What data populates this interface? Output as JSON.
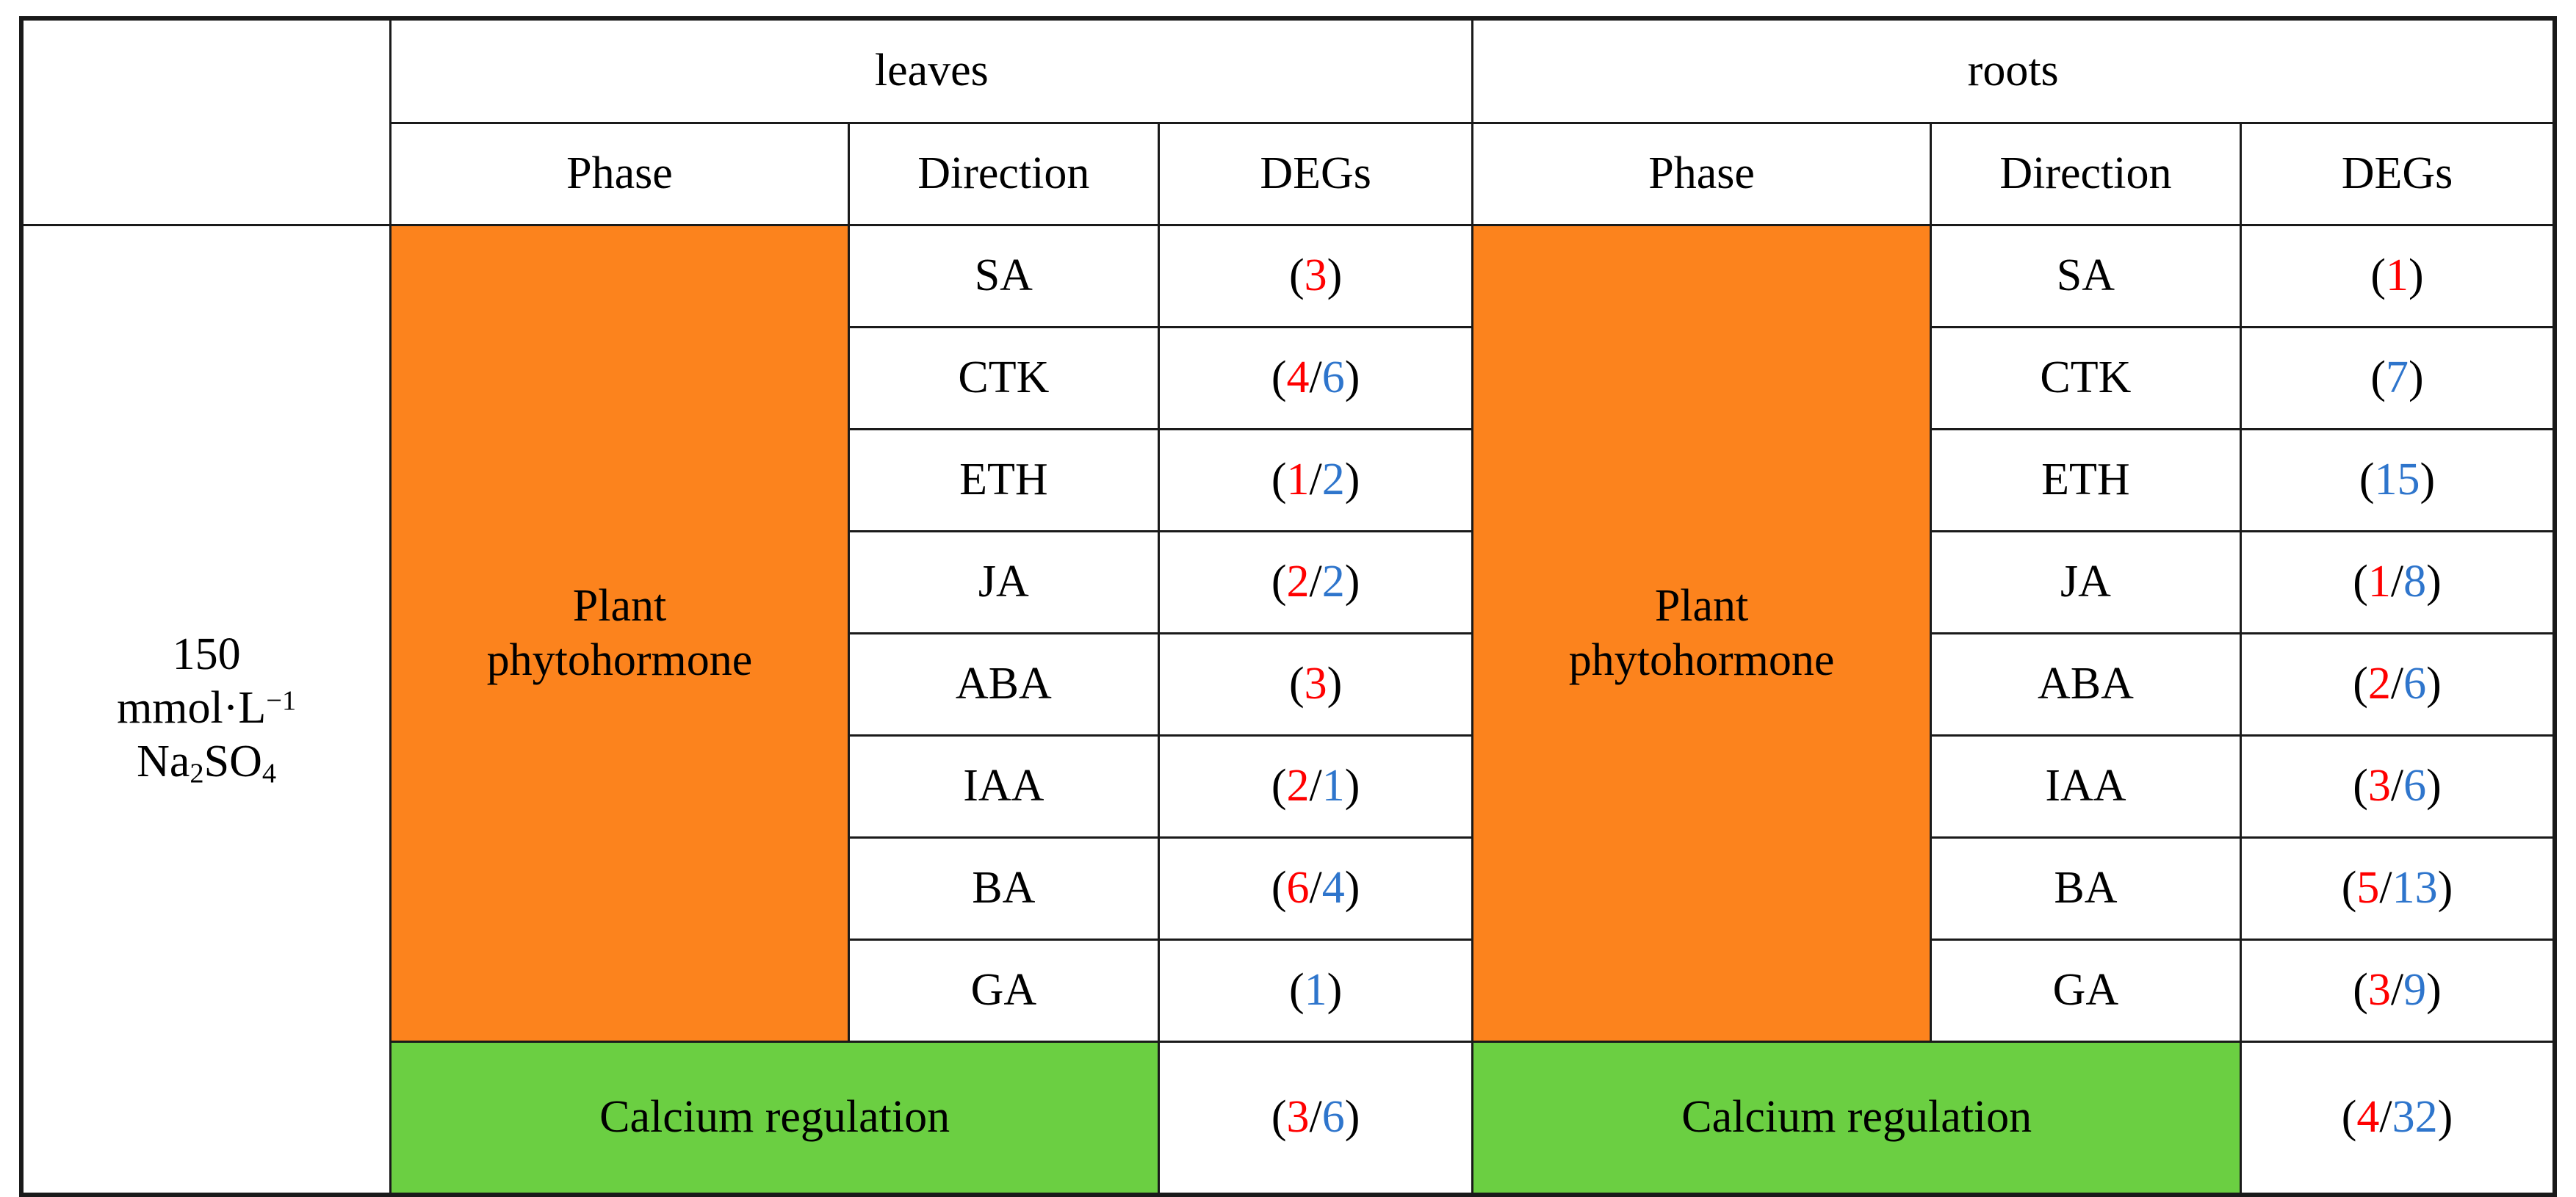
{
  "table": {
    "sample": {
      "concentration": "150",
      "unit_prefix": "mmol",
      "unit_middot": "·",
      "unit_L": "L",
      "unit_exp": "−1",
      "compound_Na": "Na",
      "compound_sub2": "2",
      "compound_SO": "SO",
      "compound_sub4": "4"
    },
    "tissue_headers": [
      "leaves",
      "roots"
    ],
    "sub_headers": [
      "Phase",
      "Direction",
      "DEGs"
    ],
    "phase_label": "Plant phytohormone",
    "calcium_label": "Calcium regulation",
    "leaves": {
      "phase": "Plant phytohormone",
      "rows": [
        {
          "direction": "SA",
          "degs": "(3)",
          "up": "3",
          "down": "",
          "form": "single-up"
        },
        {
          "direction": "CTK",
          "degs": "(4/6)",
          "up": "4",
          "down": "6",
          "form": "pair"
        },
        {
          "direction": "ETH",
          "degs": "(1/2)",
          "up": "1",
          "down": "2",
          "form": "pair"
        },
        {
          "direction": "JA",
          "degs": "(2/2)",
          "up": "2",
          "down": "2",
          "form": "pair"
        },
        {
          "direction": "ABA",
          "degs": "(3)",
          "up": "3",
          "down": "",
          "form": "single-up"
        },
        {
          "direction": "IAA",
          "degs": "(2/1)",
          "up": "2",
          "down": "1",
          "form": "pair"
        },
        {
          "direction": "BA",
          "degs": "(6/4)",
          "up": "6",
          "down": "4",
          "form": "pair"
        },
        {
          "direction": "GA",
          "degs": "(1)",
          "up": "",
          "down": "1",
          "form": "single-down"
        }
      ],
      "calcium_degs": {
        "degs": "(3/6)",
        "up": "3",
        "down": "6",
        "form": "pair"
      }
    },
    "roots": {
      "phase": "Plant phytohormone",
      "rows": [
        {
          "direction": "SA",
          "degs": "(1)",
          "up": "1",
          "down": "",
          "form": "single-up"
        },
        {
          "direction": "CTK",
          "degs": "(7)",
          "up": "",
          "down": "7",
          "form": "single-down"
        },
        {
          "direction": "ETH",
          "degs": "(15)",
          "up": "",
          "down": "15",
          "form": "single-down"
        },
        {
          "direction": "JA",
          "degs": "(1/8)",
          "up": "1",
          "down": "8",
          "form": "pair"
        },
        {
          "direction": "ABA",
          "degs": "(2/6)",
          "up": "2",
          "down": "6",
          "form": "pair"
        },
        {
          "direction": "IAA",
          "degs": "(3/6)",
          "up": "3",
          "down": "6",
          "form": "pair"
        },
        {
          "direction": "BA",
          "degs": "(5/13)",
          "up": "5",
          "down": "13",
          "form": "pair"
        },
        {
          "direction": "GA",
          "degs": "(3/9)",
          "up": "3",
          "down": "9",
          "form": "pair"
        }
      ],
      "calcium_degs": {
        "degs": "(4/32)",
        "up": "4",
        "down": "32",
        "form": "pair"
      }
    },
    "colors": {
      "phase_fill": "#FC831D",
      "calcium_fill": "#6BCF42",
      "up_regulated": "#FF0000",
      "down_regulated": "#2E75CC",
      "border": "#1a1a1a",
      "text": "#000000"
    },
    "punctuation": {
      "open_paren": "(",
      "close_paren": ")",
      "slash": "/"
    }
  }
}
